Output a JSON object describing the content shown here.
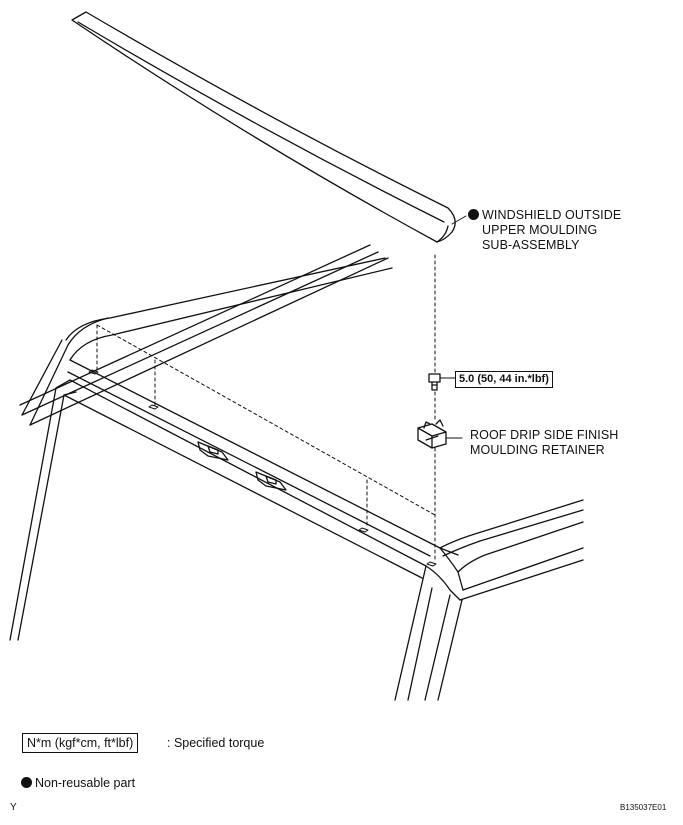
{
  "labels": {
    "windshield_moulding": [
      "WINDSHIELD OUTSIDE",
      "UPPER MOULDING",
      "SUB-ASSEMBLY"
    ],
    "torque_value": "5.0 (50, 44 in.*lbf)",
    "retainer": [
      "ROOF DRIP SIDE FINISH",
      "MOULDING RETAINER"
    ]
  },
  "legend": {
    "torque_unit": "N*m (kgf*cm, ft*lbf)",
    "torque_text": ": Specified torque",
    "nonreusable_text": "Non-reusable part"
  },
  "footer": {
    "left_mark": "Y",
    "figure_id": "B135037E01"
  }
}
